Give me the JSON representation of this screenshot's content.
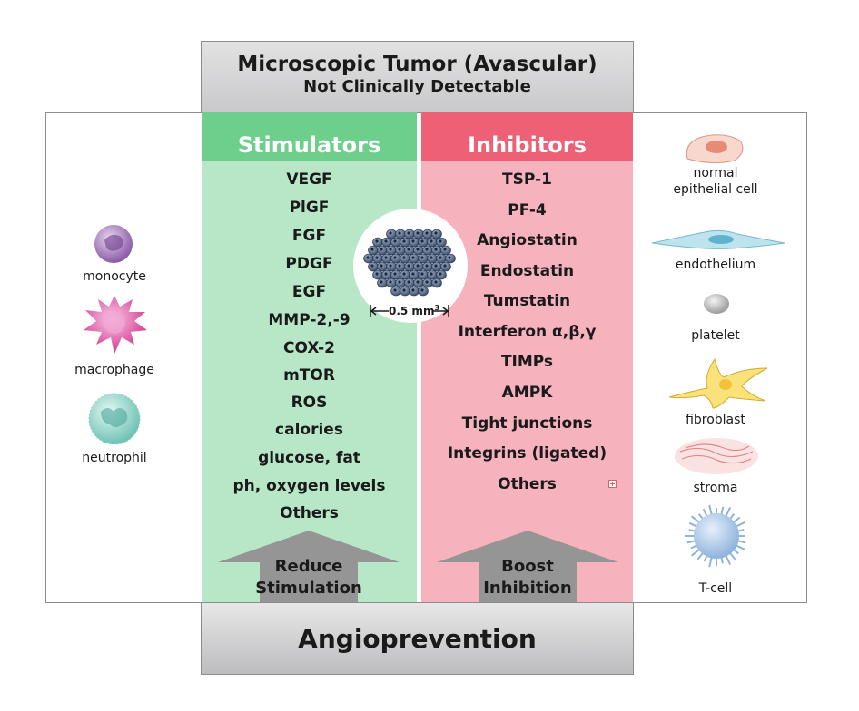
{
  "header": {
    "title": "Microscopic Tumor (Avascular)",
    "subtitle": "Not Clinically Detectable"
  },
  "stimulators": {
    "heading": "Stimulators",
    "items": [
      "VEGF",
      "PlGF",
      "FGF",
      "PDGF",
      "EGF",
      "MMP-2,-9",
      "COX-2",
      "mTOR",
      "ROS",
      "calories",
      "glucose, fat",
      "ph, oxygen levels",
      "Others"
    ],
    "arrow_line1": "Reduce",
    "arrow_line2": "Stimulation"
  },
  "inhibitors": {
    "heading": "Inhibitors",
    "items": [
      "TSP-1",
      "PF-4",
      "Angiostatin",
      "Endostatin",
      "Tumstatin",
      "Interferon α,β,γ",
      "TIMPs",
      "AMPK",
      "Tight junctions",
      "Integrins (ligated)",
      "Others"
    ],
    "arrow_line1": "Boost",
    "arrow_line2": "Inhibition"
  },
  "tumor": {
    "size_label": "0.5 mm",
    "size_exponent": "3"
  },
  "left_cells": [
    "monocyte",
    "macrophage",
    "neutrophil"
  ],
  "right_cells": [
    "normal",
    "epithelial cell",
    "endothelium",
    "platelet",
    "fibroblast",
    "stroma",
    "T-cell"
  ],
  "footer": {
    "title": "Angioprevention"
  },
  "colors": {
    "stimulators_header": "#6ecf8c",
    "stimulators_body": "#b8e7c8",
    "inhibitors_header": "#ee6075",
    "inhibitors_body": "#f6b3bd",
    "box_gray": "#cacacc"
  }
}
